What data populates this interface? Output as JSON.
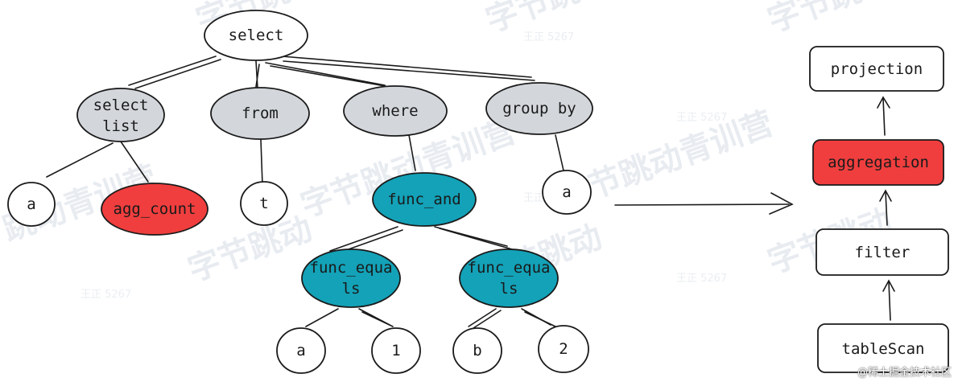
{
  "tree": {
    "root": "select",
    "clauses": {
      "select_list": [
        "select",
        "list"
      ],
      "from": "from",
      "where": "where",
      "group_by": "group by"
    },
    "leaves": {
      "select_a": "a",
      "agg_count": "agg_count",
      "from_t": "t",
      "group_a": "a"
    },
    "func_and": "func_and",
    "func_equals_1": [
      "func_equa",
      "ls"
    ],
    "func_equals_2": [
      "func_equa",
      "ls"
    ],
    "eq1_left": "a",
    "eq1_right": "1",
    "eq2_left": "b",
    "eq2_right": "2"
  },
  "plan": {
    "projection": "projection",
    "aggregation": "aggregation",
    "filter": "filter",
    "tableScan": "tableScan"
  },
  "colors": {
    "gray_node": "#d3d7dc",
    "red_node": "#f03e3e",
    "teal_node": "#13a2b8",
    "stroke": "#1a1a1a"
  },
  "credit": "@稀土掘金技术社区"
}
